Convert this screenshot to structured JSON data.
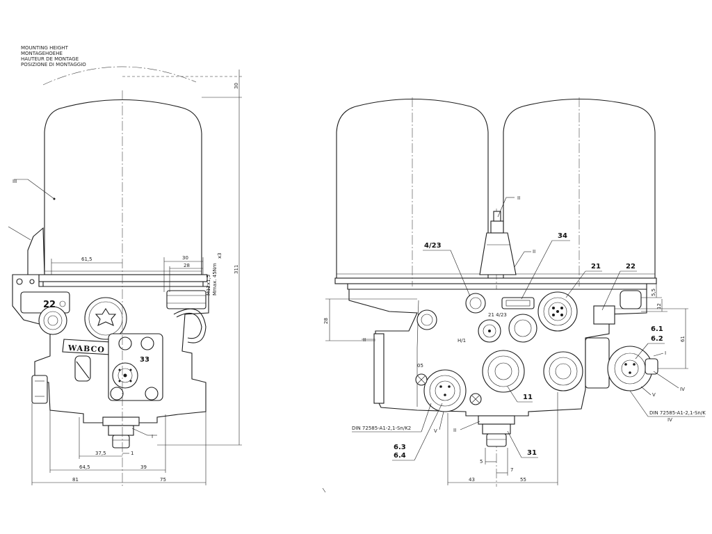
{
  "mounting_note": {
    "lines": [
      "MOUNTING HEIGHT",
      "MONTAGEHOEHE",
      "HAUTEUR DE MONTAGE",
      "POSIZIONE DI MONTAGGIO"
    ]
  },
  "brand": "WABCO",
  "left_view": {
    "labels": {
      "roman_iii": "III",
      "roman_i": "I",
      "part_22": "22",
      "part_33": "33",
      "thread_spec": "M12x1,5",
      "torque_spec": "Mmax. 45Nm",
      "multiplier": "x3"
    },
    "dims": {
      "d30_top": "30",
      "d311": "311",
      "d61_5": "61,5",
      "d30": "30",
      "d28": "28",
      "d37_5": "37,5",
      "d1": "1",
      "d64_5": "64,5",
      "d39": "39",
      "d81": "81",
      "d75": "75"
    }
  },
  "right_view": {
    "labels": {
      "ii_top": "II",
      "ii_mid": "II",
      "ii_left": "II",
      "ii_bottom": "II",
      "part_4_23": "4/23",
      "part_34": "34",
      "part_21": "21",
      "part_22": "22",
      "part_6_1": "6.1",
      "part_6_2": "6.2",
      "part_11": "11",
      "part_31": "31",
      "part_6_3": "6.3",
      "part_6_4": "6.4",
      "v_left": "V",
      "v_right": "V",
      "i_right": "I",
      "iv_a": "IV",
      "iv_b": "IV",
      "din_left": "DIN 72585-A1-2,1-Sn/K2",
      "din_right": "DIN 72585-A1-2,1-Sn/K",
      "small_21_4_23": "21  4/23",
      "small_h1": "H/1",
      "small_05": "05"
    },
    "dims": {
      "d28": "28",
      "d5_5": "5,5",
      "d12": "12",
      "d61": "61",
      "d5": "5",
      "d7": "7",
      "d43": "43",
      "d55": "55"
    }
  }
}
